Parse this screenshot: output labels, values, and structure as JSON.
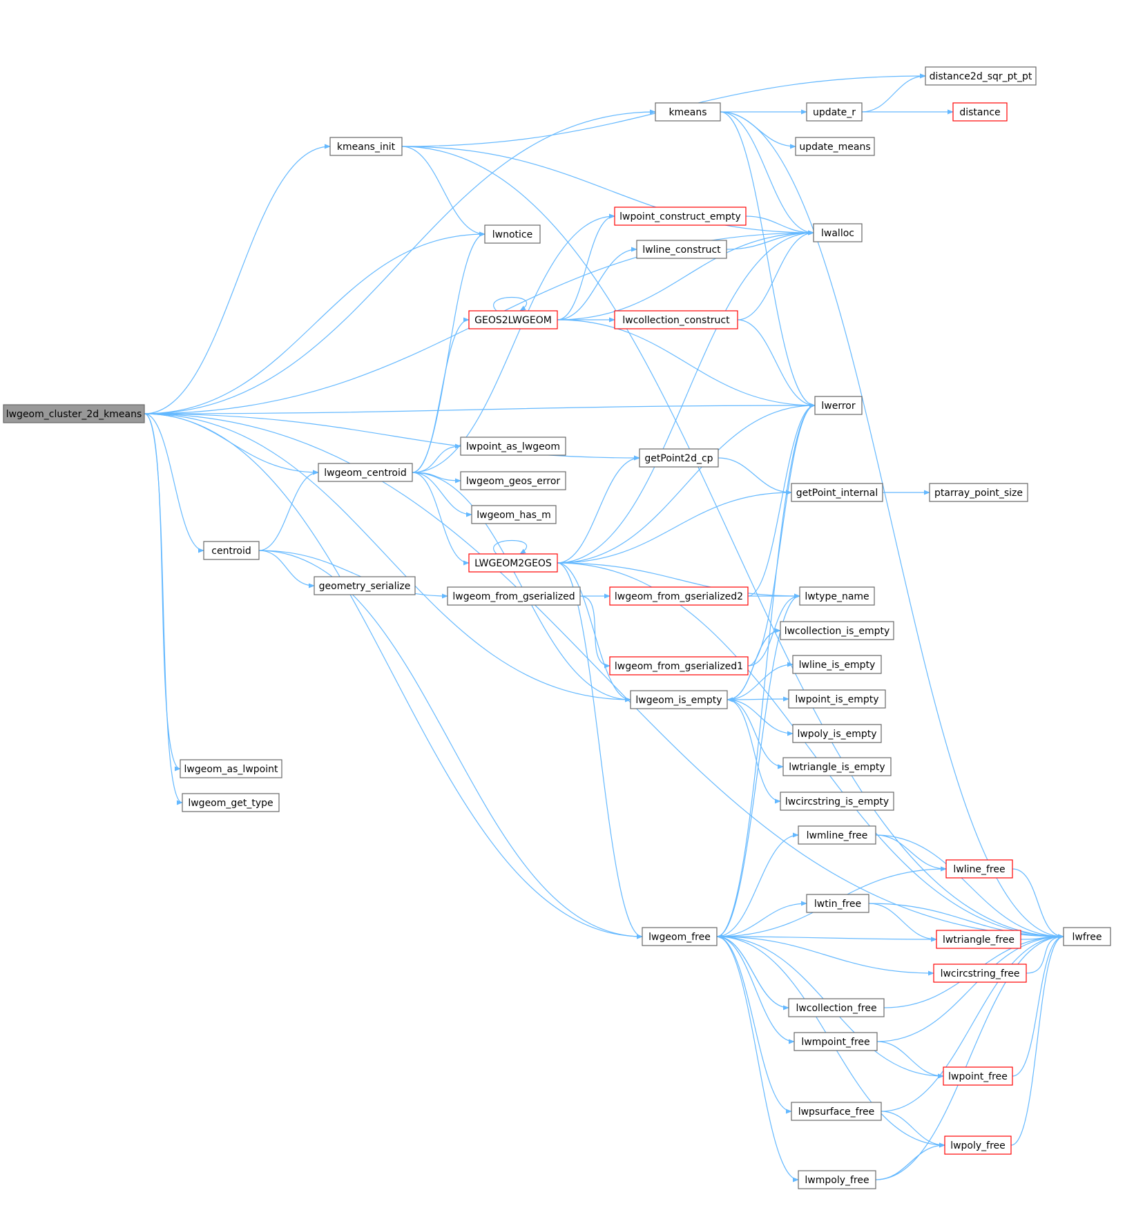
{
  "colors": {
    "edge": "#63b8ff",
    "node_fill": "#ffffff",
    "node_border": "#666666",
    "truncated_border": "#ff0000",
    "root_fill": "#999999",
    "root_border": "#666666",
    "text": "#000000"
  },
  "nodes": [
    {
      "id": "lwgeom_cluster_2d_kmeans",
      "label": "lwgeom_cluster_2d_kmeans",
      "kind": "root"
    },
    {
      "id": "kmeans",
      "label": "kmeans",
      "kind": "normal"
    },
    {
      "id": "kmeans_init",
      "label": "kmeans_init",
      "kind": "normal"
    },
    {
      "id": "lwgeom_centroid",
      "label": "lwgeom_centroid",
      "kind": "normal"
    },
    {
      "id": "centroid",
      "label": "centroid",
      "kind": "normal"
    },
    {
      "id": "lwgeom_as_lwpoint",
      "label": "lwgeom_as_lwpoint",
      "kind": "normal"
    },
    {
      "id": "lwgeom_get_type",
      "label": "lwgeom_get_type",
      "kind": "normal"
    },
    {
      "id": "lwnotice",
      "label": "lwnotice",
      "kind": "normal"
    },
    {
      "id": "lwpoint_construct_empty",
      "label": "lwpoint_construct_empty",
      "kind": "truncated"
    },
    {
      "id": "lwline_construct",
      "label": "lwline_construct",
      "kind": "normal"
    },
    {
      "id": "GEOS2LWGEOM",
      "label": "GEOS2LWGEOM",
      "kind": "truncated"
    },
    {
      "id": "lwcollection_construct",
      "label": "lwcollection_construct",
      "kind": "truncated"
    },
    {
      "id": "lwpoint_as_lwgeom",
      "label": "lwpoint_as_lwgeom",
      "kind": "normal"
    },
    {
      "id": "lwgeom_geos_error",
      "label": "lwgeom_geos_error",
      "kind": "normal"
    },
    {
      "id": "lwgeom_has_m",
      "label": "lwgeom_has_m",
      "kind": "normal"
    },
    {
      "id": "LWGEOM2GEOS",
      "label": "LWGEOM2GEOS",
      "kind": "truncated"
    },
    {
      "id": "geometry_serialize",
      "label": "geometry_serialize",
      "kind": "normal"
    },
    {
      "id": "lwgeom_from_gserialized",
      "label": "lwgeom_from_gserialized",
      "kind": "normal"
    },
    {
      "id": "lwgeom_from_gserialized2",
      "label": "lwgeom_from_gserialized2",
      "kind": "truncated"
    },
    {
      "id": "lwgeom_from_gserialized1",
      "label": "lwgeom_from_gserialized1",
      "kind": "truncated"
    },
    {
      "id": "lwgeom_is_empty",
      "label": "lwgeom_is_empty",
      "kind": "normal"
    },
    {
      "id": "getPoint2d_cp",
      "label": "getPoint2d_cp",
      "kind": "normal"
    },
    {
      "id": "lwgeom_free",
      "label": "lwgeom_free",
      "kind": "normal"
    },
    {
      "id": "update_r",
      "label": "update_r",
      "kind": "normal"
    },
    {
      "id": "update_means",
      "label": "update_means",
      "kind": "normal"
    },
    {
      "id": "lwalloc",
      "label": "lwalloc",
      "kind": "normal"
    },
    {
      "id": "lwerror",
      "label": "lwerror",
      "kind": "normal"
    },
    {
      "id": "getPoint_internal",
      "label": "getPoint_internal",
      "kind": "normal"
    },
    {
      "id": "lwtype_name",
      "label": "lwtype_name",
      "kind": "normal"
    },
    {
      "id": "lwcollection_is_empty",
      "label": "lwcollection_is_empty",
      "kind": "normal"
    },
    {
      "id": "lwline_is_empty",
      "label": "lwline_is_empty",
      "kind": "normal"
    },
    {
      "id": "lwpoint_is_empty",
      "label": "lwpoint_is_empty",
      "kind": "normal"
    },
    {
      "id": "lwpoly_is_empty",
      "label": "lwpoly_is_empty",
      "kind": "normal"
    },
    {
      "id": "lwtriangle_is_empty",
      "label": "lwtriangle_is_empty",
      "kind": "normal"
    },
    {
      "id": "lwcircstring_is_empty",
      "label": "lwcircstring_is_empty",
      "kind": "normal"
    },
    {
      "id": "lwmline_free",
      "label": "lwmline_free",
      "kind": "normal"
    },
    {
      "id": "lwtin_free",
      "label": "lwtin_free",
      "kind": "normal"
    },
    {
      "id": "lwcollection_free",
      "label": "lwcollection_free",
      "kind": "normal"
    },
    {
      "id": "lwmpoint_free",
      "label": "lwmpoint_free",
      "kind": "normal"
    },
    {
      "id": "lwpsurface_free",
      "label": "lwpsurface_free",
      "kind": "normal"
    },
    {
      "id": "lwmpoly_free",
      "label": "lwmpoly_free",
      "kind": "normal"
    },
    {
      "id": "distance2d_sqr_pt_pt",
      "label": "distance2d_sqr_pt_pt",
      "kind": "normal"
    },
    {
      "id": "distance",
      "label": "distance",
      "kind": "truncated"
    },
    {
      "id": "ptarray_point_size",
      "label": "ptarray_point_size",
      "kind": "normal"
    },
    {
      "id": "lwline_free",
      "label": "lwline_free",
      "kind": "truncated"
    },
    {
      "id": "lwtriangle_free",
      "label": "lwtriangle_free",
      "kind": "truncated"
    },
    {
      "id": "lwcircstring_free",
      "label": "lwcircstring_free",
      "kind": "truncated"
    },
    {
      "id": "lwpoint_free",
      "label": "lwpoint_free",
      "kind": "truncated"
    },
    {
      "id": "lwpoly_free",
      "label": "lwpoly_free",
      "kind": "truncated"
    },
    {
      "id": "lwfree",
      "label": "lwfree",
      "kind": "normal"
    }
  ],
  "edges": [
    [
      "lwgeom_cluster_2d_kmeans",
      "lwfree"
    ],
    [
      "lwgeom_cluster_2d_kmeans",
      "kmeans"
    ],
    [
      "lwgeom_cluster_2d_kmeans",
      "kmeans_init"
    ],
    [
      "lwgeom_cluster_2d_kmeans",
      "lwalloc"
    ],
    [
      "lwgeom_cluster_2d_kmeans",
      "lwnotice"
    ],
    [
      "lwgeom_cluster_2d_kmeans",
      "lwerror"
    ],
    [
      "lwgeom_cluster_2d_kmeans",
      "getPoint2d_cp"
    ],
    [
      "lwgeom_cluster_2d_kmeans",
      "lwgeom_centroid"
    ],
    [
      "lwgeom_cluster_2d_kmeans",
      "centroid"
    ],
    [
      "lwgeom_cluster_2d_kmeans",
      "lwgeom_is_empty"
    ],
    [
      "lwgeom_cluster_2d_kmeans",
      "lwgeom_free"
    ],
    [
      "lwgeom_cluster_2d_kmeans",
      "lwgeom_as_lwpoint"
    ],
    [
      "lwgeom_cluster_2d_kmeans",
      "lwgeom_get_type"
    ],
    [
      "kmeans",
      "update_r"
    ],
    [
      "kmeans",
      "update_means"
    ],
    [
      "kmeans",
      "lwalloc"
    ],
    [
      "kmeans",
      "lwerror"
    ],
    [
      "kmeans",
      "lwfree"
    ],
    [
      "kmeans_init",
      "distance2d_sqr_pt_pt"
    ],
    [
      "kmeans_init",
      "lwfree"
    ],
    [
      "kmeans_init",
      "lwalloc"
    ],
    [
      "kmeans_init",
      "lwnotice"
    ],
    [
      "update_r",
      "distance2d_sqr_pt_pt"
    ],
    [
      "update_r",
      "distance"
    ],
    [
      "lwgeom_centroid",
      "lwnotice"
    ],
    [
      "lwgeom_centroid",
      "lwpoint_construct_empty"
    ],
    [
      "lwgeom_centroid",
      "GEOS2LWGEOM"
    ],
    [
      "lwgeom_centroid",
      "lwpoint_as_lwgeom"
    ],
    [
      "lwgeom_centroid",
      "lwgeom_geos_error"
    ],
    [
      "lwgeom_centroid",
      "lwgeom_has_m"
    ],
    [
      "lwgeom_centroid",
      "LWGEOM2GEOS"
    ],
    [
      "lwgeom_centroid",
      "lwgeom_is_empty"
    ],
    [
      "centroid",
      "lwgeom_centroid"
    ],
    [
      "centroid",
      "geometry_serialize"
    ],
    [
      "centroid",
      "lwgeom_from_gserialized"
    ],
    [
      "centroid",
      "lwgeom_free"
    ],
    [
      "GEOS2LWGEOM",
      "GEOS2LWGEOM"
    ],
    [
      "GEOS2LWGEOM",
      "lwpoint_construct_empty"
    ],
    [
      "GEOS2LWGEOM",
      "lwline_construct"
    ],
    [
      "GEOS2LWGEOM",
      "lwalloc"
    ],
    [
      "GEOS2LWGEOM",
      "lwcollection_construct"
    ],
    [
      "GEOS2LWGEOM",
      "lwerror"
    ],
    [
      "lwpoint_construct_empty",
      "lwalloc"
    ],
    [
      "lwline_construct",
      "lwalloc"
    ],
    [
      "lwcollection_construct",
      "lwalloc"
    ],
    [
      "lwcollection_construct",
      "lwerror"
    ],
    [
      "LWGEOM2GEOS",
      "LWGEOM2GEOS"
    ],
    [
      "LWGEOM2GEOS",
      "lwalloc"
    ],
    [
      "LWGEOM2GEOS",
      "lwerror"
    ],
    [
      "LWGEOM2GEOS",
      "getPoint2d_cp"
    ],
    [
      "LWGEOM2GEOS",
      "getPoint_internal"
    ],
    [
      "LWGEOM2GEOS",
      "lwfree"
    ],
    [
      "LWGEOM2GEOS",
      "lwtype_name"
    ],
    [
      "LWGEOM2GEOS",
      "lwgeom_is_empty"
    ],
    [
      "LWGEOM2GEOS",
      "lwgeom_free"
    ],
    [
      "lwgeom_from_gserialized",
      "lwgeom_from_gserialized2"
    ],
    [
      "lwgeom_from_gserialized",
      "lwgeom_from_gserialized1"
    ],
    [
      "lwgeom_from_gserialized2",
      "lwerror"
    ],
    [
      "lwgeom_from_gserialized2",
      "lwtype_name"
    ],
    [
      "lwgeom_from_gserialized1",
      "lwerror"
    ],
    [
      "lwgeom_from_gserialized1",
      "lwtype_name"
    ],
    [
      "getPoint2d_cp",
      "getPoint_internal"
    ],
    [
      "getPoint_internal",
      "ptarray_point_size"
    ],
    [
      "lwgeom_is_empty",
      "lwcollection_is_empty"
    ],
    [
      "lwgeom_is_empty",
      "lwline_is_empty"
    ],
    [
      "lwgeom_is_empty",
      "lwpoint_is_empty"
    ],
    [
      "lwgeom_is_empty",
      "lwpoly_is_empty"
    ],
    [
      "lwgeom_is_empty",
      "lwtriangle_is_empty"
    ],
    [
      "lwgeom_is_empty",
      "lwcircstring_is_empty"
    ],
    [
      "lwcollection_is_empty",
      "lwgeom_is_empty"
    ],
    [
      "lwgeom_free",
      "lwerror"
    ],
    [
      "lwgeom_free",
      "lwtype_name"
    ],
    [
      "lwgeom_free",
      "lwmline_free"
    ],
    [
      "lwgeom_free",
      "lwline_free"
    ],
    [
      "lwgeom_free",
      "lwtin_free"
    ],
    [
      "lwgeom_free",
      "lwtriangle_free"
    ],
    [
      "lwgeom_free",
      "lwcircstring_free"
    ],
    [
      "lwgeom_free",
      "lwcollection_free"
    ],
    [
      "lwgeom_free",
      "lwmpoint_free"
    ],
    [
      "lwgeom_free",
      "lwpoint_free"
    ],
    [
      "lwgeom_free",
      "lwpsurface_free"
    ],
    [
      "lwgeom_free",
      "lwpoly_free"
    ],
    [
      "lwgeom_free",
      "lwmpoly_free"
    ],
    [
      "lwcollection_free",
      "lwgeom_free"
    ],
    [
      "lwcollection_free",
      "lwfree"
    ],
    [
      "lwmline_free",
      "lwline_free"
    ],
    [
      "lwmline_free",
      "lwfree"
    ],
    [
      "lwtin_free",
      "lwtriangle_free"
    ],
    [
      "lwtin_free",
      "lwfree"
    ],
    [
      "lwmpoint_free",
      "lwpoint_free"
    ],
    [
      "lwmpoint_free",
      "lwfree"
    ],
    [
      "lwpsurface_free",
      "lwpoly_free"
    ],
    [
      "lwpsurface_free",
      "lwfree"
    ],
    [
      "lwmpoly_free",
      "lwpoly_free"
    ],
    [
      "lwmpoly_free",
      "lwfree"
    ],
    [
      "lwline_free",
      "lwfree"
    ],
    [
      "lwtriangle_free",
      "lwfree"
    ],
    [
      "lwcircstring_free",
      "lwfree"
    ],
    [
      "lwpoint_free",
      "lwfree"
    ],
    [
      "lwpoly_free",
      "lwfree"
    ]
  ]
}
